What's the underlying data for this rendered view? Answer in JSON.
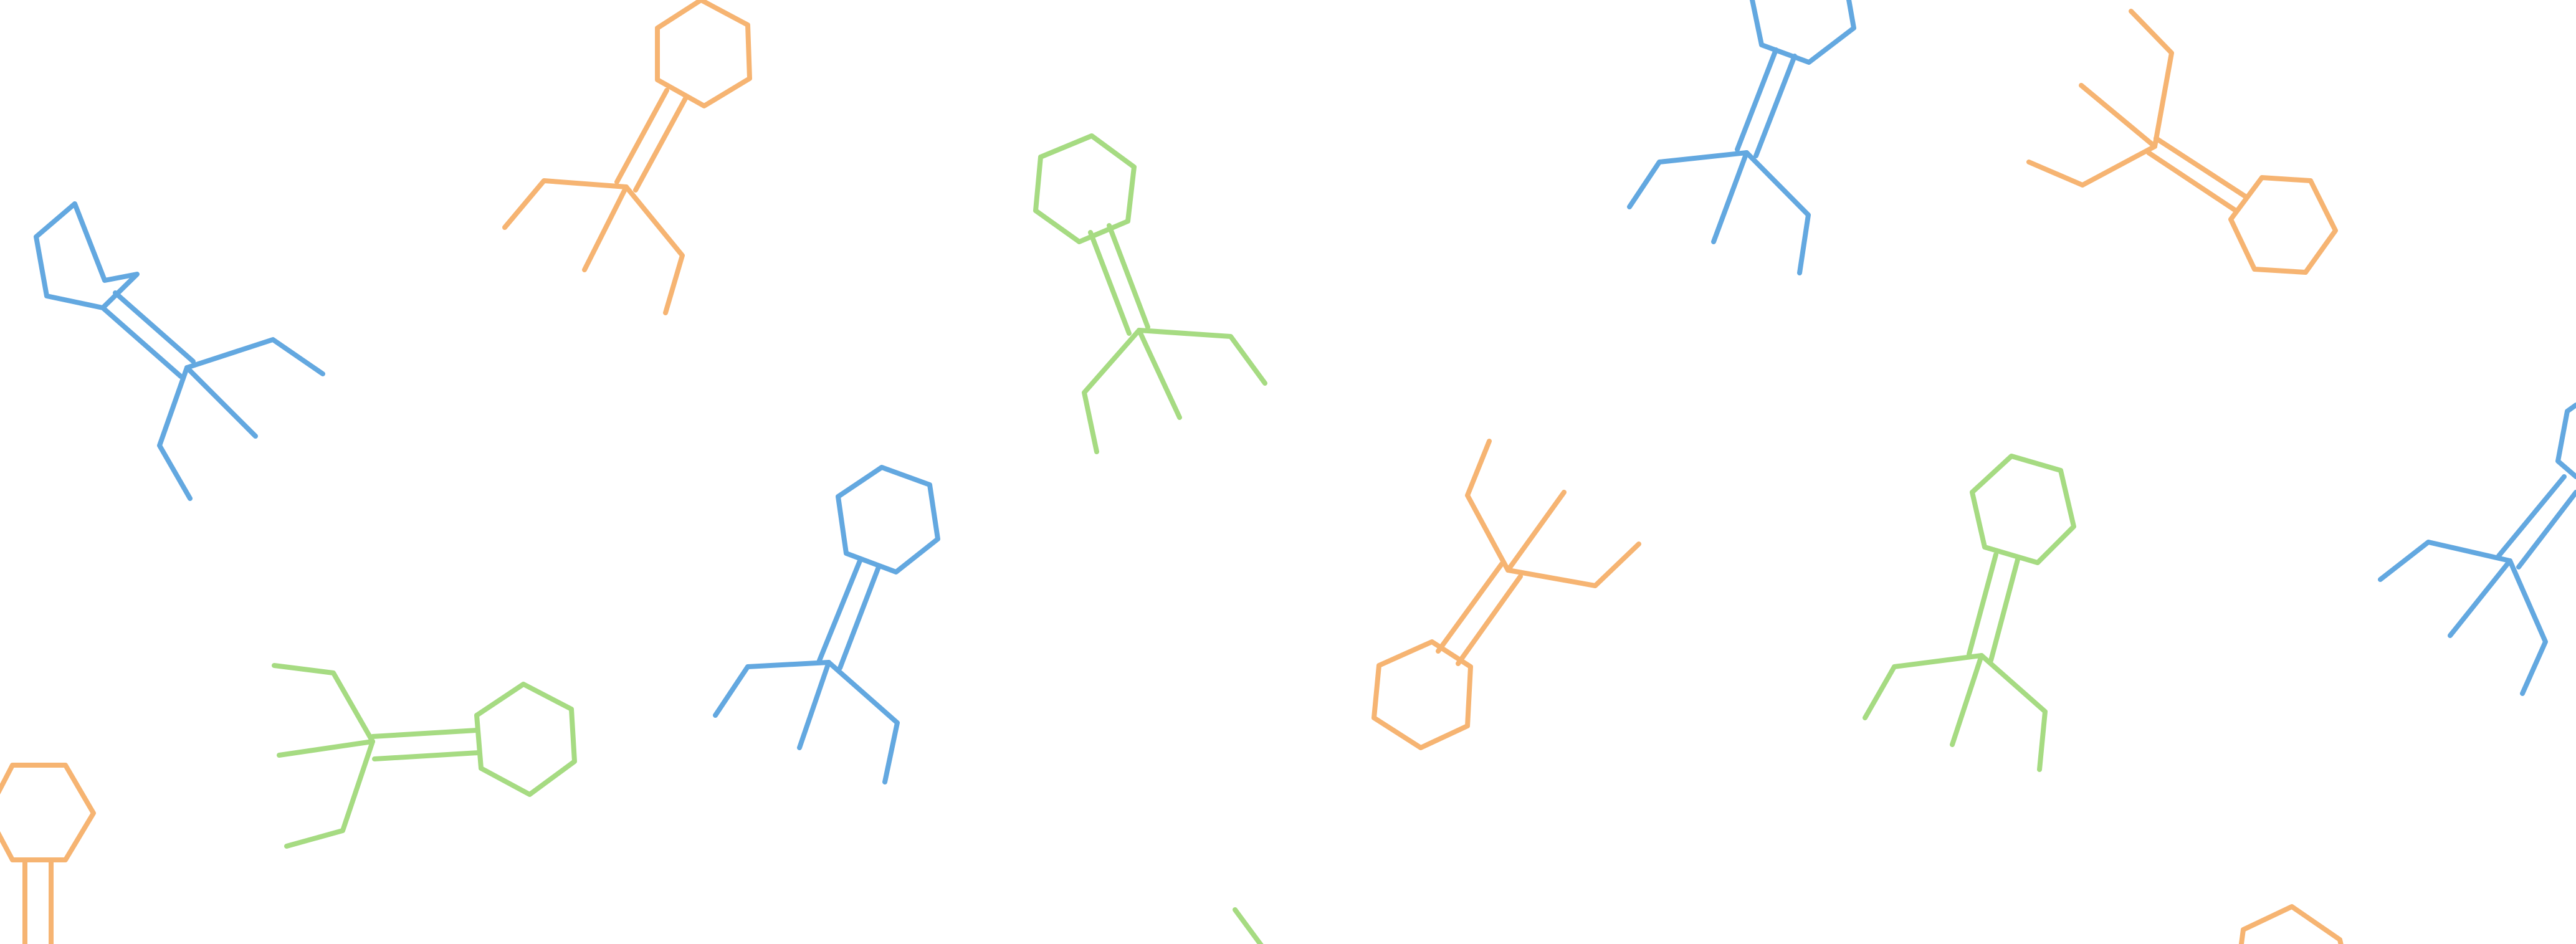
{
  "background": "#ffffff",
  "palette": {
    "blue": "#63a8e0",
    "orange": "#f6b472",
    "green": "#a6db82"
  },
  "motifs": [
    {
      "name": "molecule-blue-1",
      "color": "blue"
    },
    {
      "name": "molecule-orange-1",
      "color": "orange"
    },
    {
      "name": "molecule-green-1",
      "color": "green"
    },
    {
      "name": "molecule-blue-2",
      "color": "blue"
    },
    {
      "name": "molecule-orange-2",
      "color": "orange"
    },
    {
      "name": "molecule-blue-3",
      "color": "blue"
    },
    {
      "name": "molecule-green-2",
      "color": "green"
    },
    {
      "name": "molecule-orange-3",
      "color": "orange"
    },
    {
      "name": "molecule-green-3",
      "color": "green"
    },
    {
      "name": "molecule-blue-4",
      "color": "blue"
    },
    {
      "name": "molecule-orange-4",
      "color": "orange"
    },
    {
      "name": "molecule-green-4",
      "color": "green"
    },
    {
      "name": "molecule-orange-5",
      "color": "orange"
    }
  ]
}
